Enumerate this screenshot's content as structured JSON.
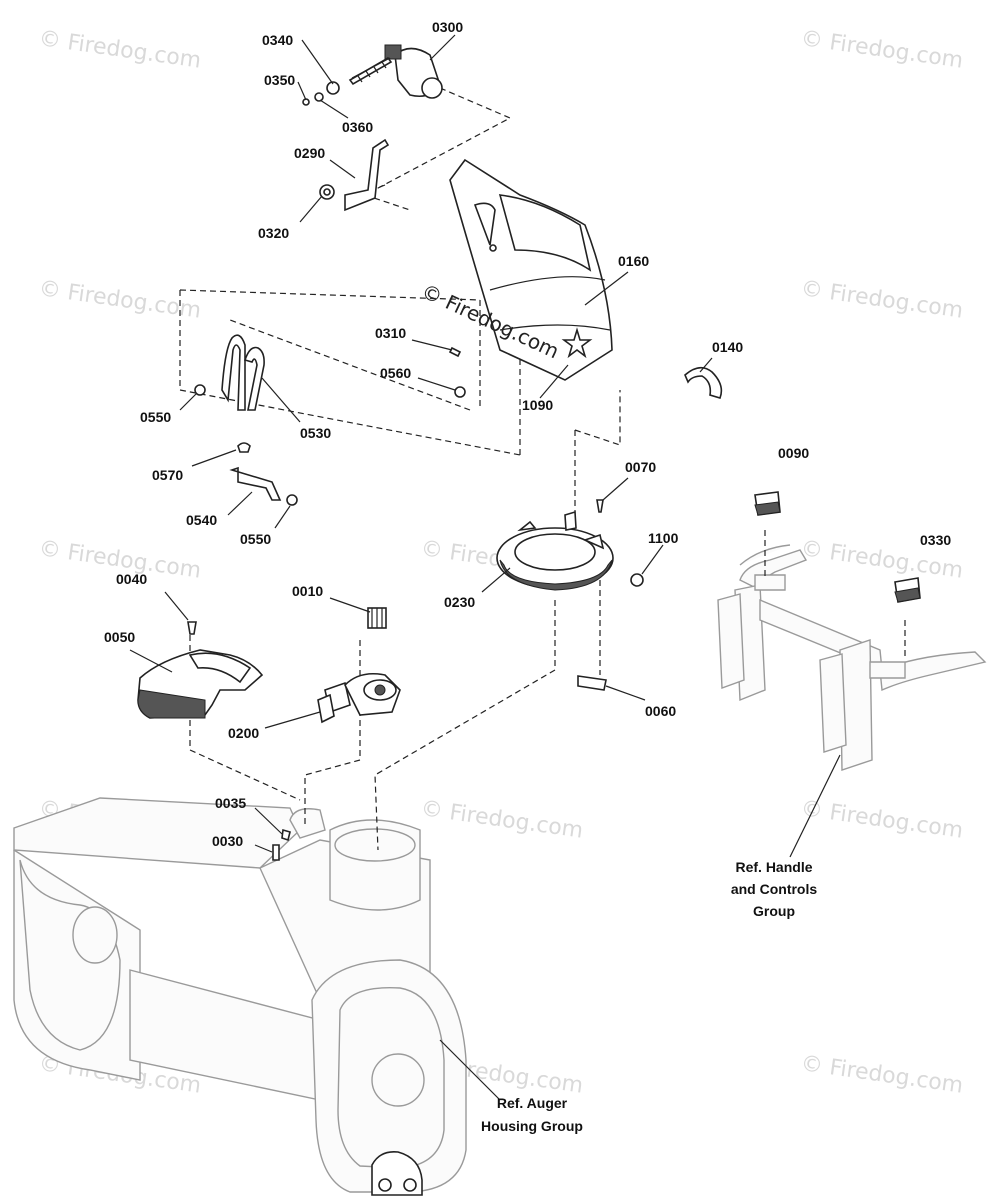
{
  "watermark": {
    "text": "© Firedog.com",
    "center_text": "© Firedog.com"
  },
  "parts": [
    {
      "number": "0340"
    },
    {
      "number": "0300"
    },
    {
      "number": "0350"
    },
    {
      "number": "0360"
    },
    {
      "number": "0290"
    },
    {
      "number": "0320"
    },
    {
      "number": "0160"
    },
    {
      "number": "0310"
    },
    {
      "number": "0560"
    },
    {
      "number": "1090"
    },
    {
      "number": "0140"
    },
    {
      "number": "0550"
    },
    {
      "number": "0530"
    },
    {
      "number": "0570"
    },
    {
      "number": "0540"
    },
    {
      "number": "0550"
    },
    {
      "number": "0070"
    },
    {
      "number": "0090"
    },
    {
      "number": "1100"
    },
    {
      "number": "0330"
    },
    {
      "number": "0230"
    },
    {
      "number": "0040"
    },
    {
      "number": "0010"
    },
    {
      "number": "0050"
    },
    {
      "number": "0200"
    },
    {
      "number": "0060"
    },
    {
      "number": "0035"
    },
    {
      "number": "0030"
    }
  ],
  "references": {
    "handle": [
      "Ref. Handle",
      "and Controls",
      "Group"
    ],
    "auger": [
      "Ref. Auger",
      "Housing Group"
    ]
  }
}
